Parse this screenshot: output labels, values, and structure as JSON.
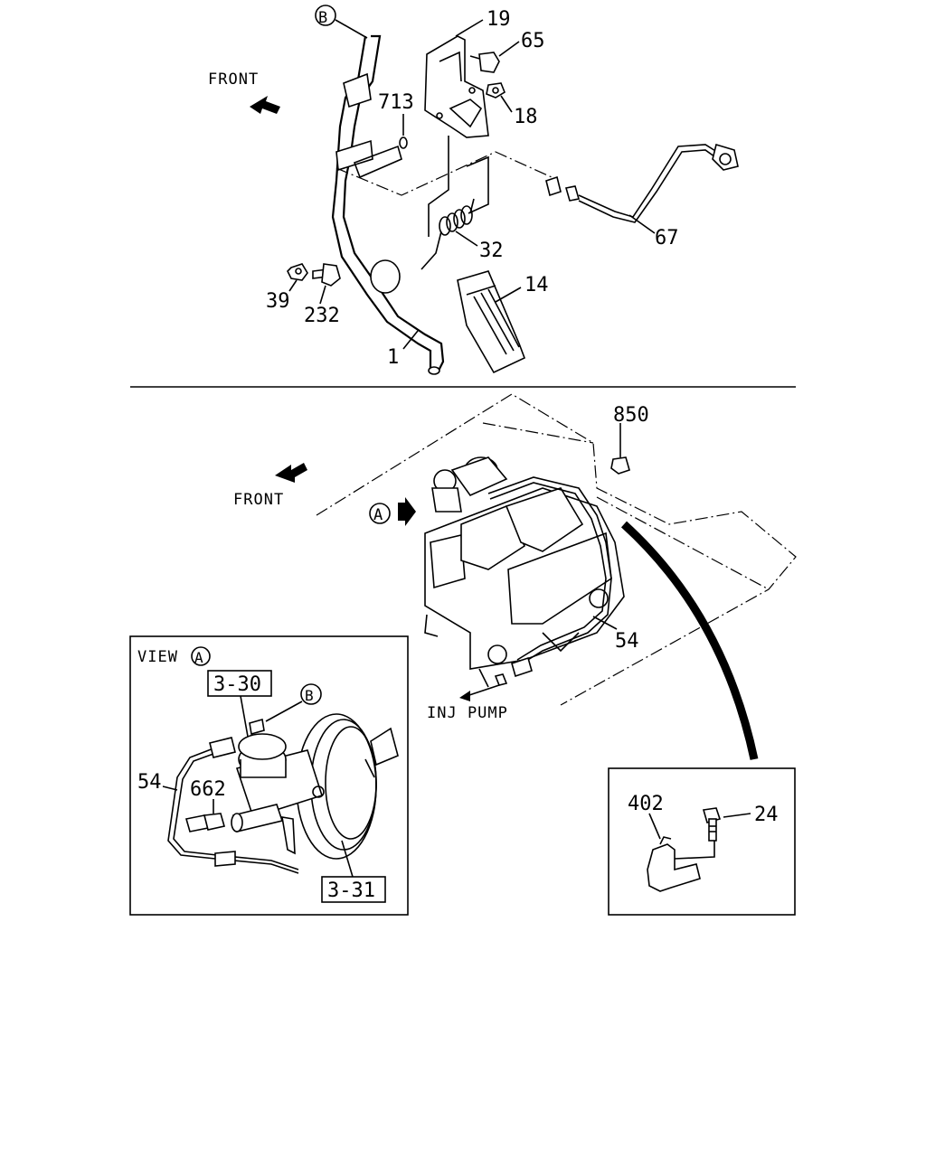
{
  "top": {
    "front_label": "FRONT",
    "callout_b": "B",
    "parts": {
      "p19": "19",
      "p65": "65",
      "p713": "713",
      "p18": "18",
      "p67": "67",
      "p32": "32",
      "p14": "14",
      "p39": "39",
      "p232": "232",
      "p1": "1"
    }
  },
  "middle": {
    "p850": "850",
    "front_label": "FRONT",
    "callout_a": "A",
    "p54": "54",
    "inj_pump": "INJ PUMP"
  },
  "view_a": {
    "title": "VIEW",
    "title_callout": "A",
    "ref_330": "3-30",
    "callout_b": "B",
    "p54": "54",
    "p662": "662",
    "ref_331": "3-31"
  },
  "detail": {
    "p402": "402",
    "p24": "24"
  }
}
